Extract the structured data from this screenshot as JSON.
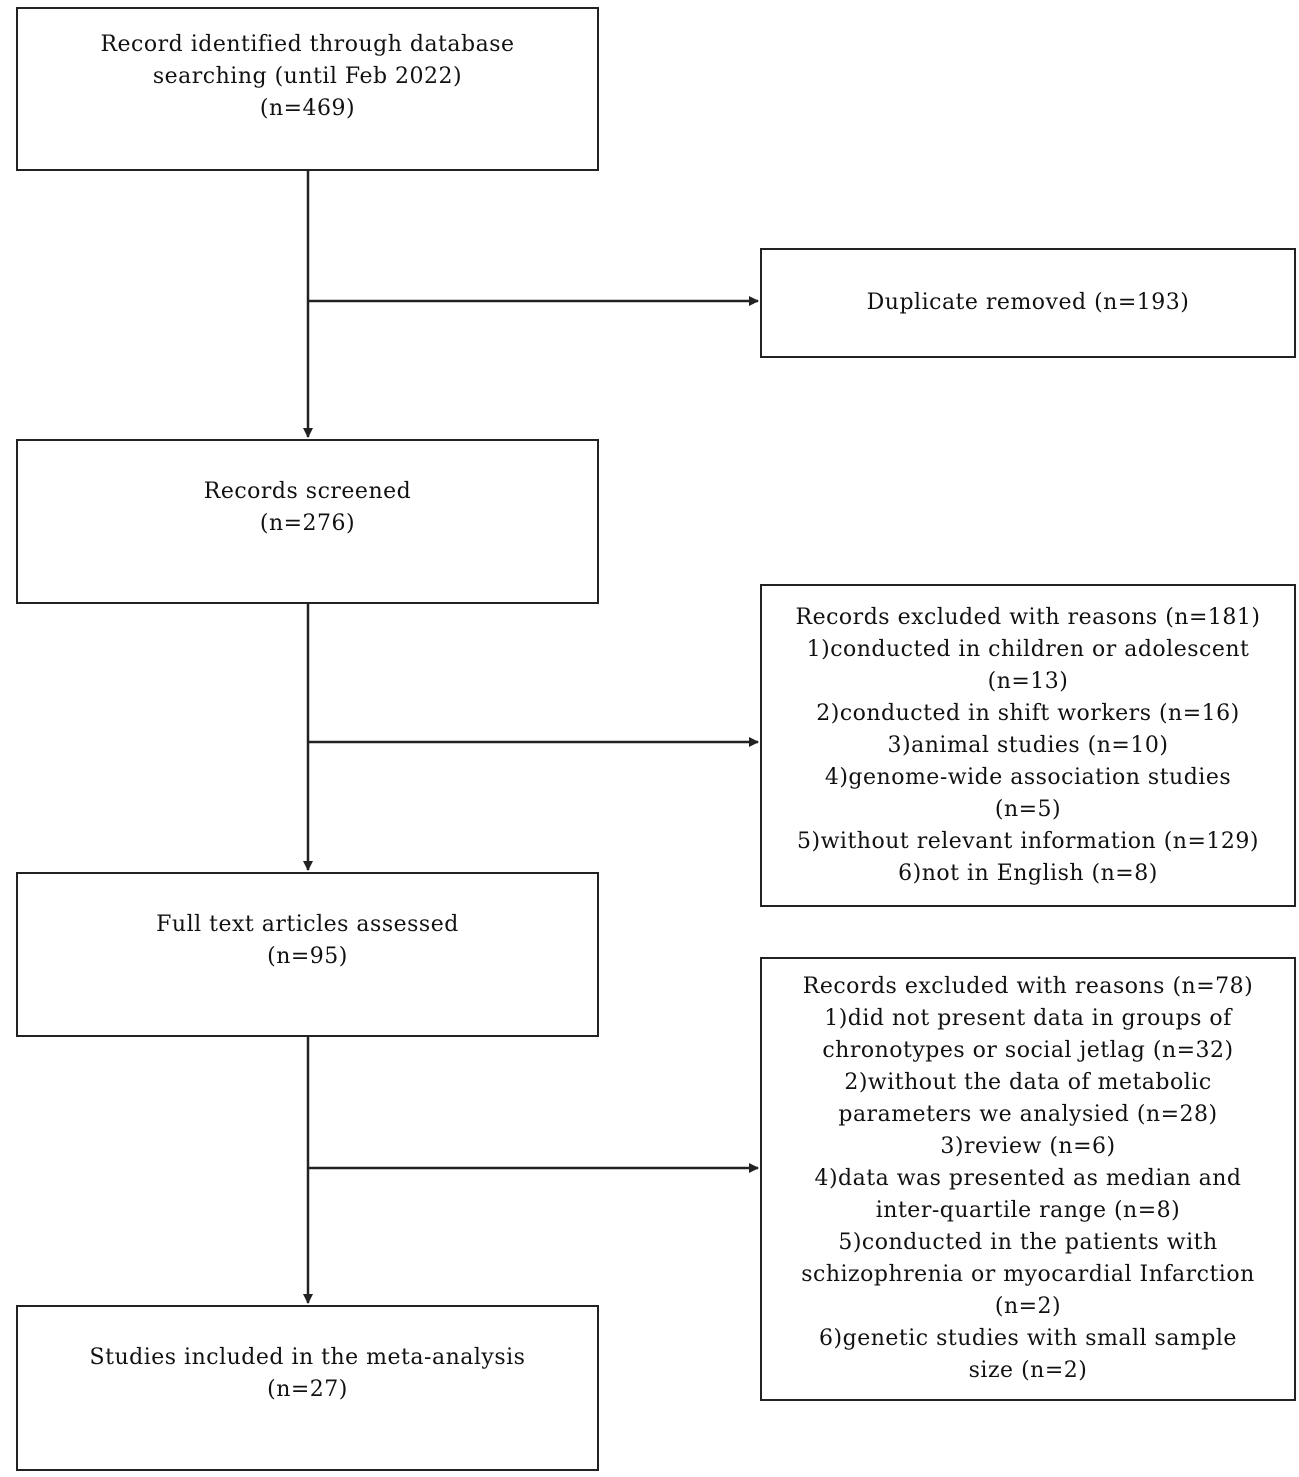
{
  "flow": {
    "identified": {
      "lines": [
        "Record identified through database",
        "searching (until Feb 2022)",
        "(n=469)"
      ]
    },
    "screened": {
      "lines": [
        "Records screened",
        "(n=276)"
      ]
    },
    "fulltext": {
      "lines": [
        "Full text articles assessed",
        "(n=95)"
      ]
    },
    "included": {
      "lines": [
        "Studies included in the meta-analysis",
        "(n=27)"
      ]
    }
  },
  "exclusions": {
    "duplicates": {
      "lines": [
        "Duplicate removed (n=193)"
      ]
    },
    "screening": {
      "lines": [
        "Records excluded with reasons (n=181)",
        "1)conducted in children or adolescent",
        "(n=13)",
        "2)conducted in shift workers (n=16)",
        "3)animal studies (n=10)",
        "4)genome-wide association studies",
        "(n=5)",
        "5)without relevant information (n=129)",
        "6)not in English (n=8)"
      ]
    },
    "fulltext": {
      "lines": [
        "Records excluded with reasons (n=78)",
        "1)did not present data in groups of",
        "chronotypes or social jetlag (n=32)",
        "2)without the data of metabolic",
        "parameters we analysied (n=28)",
        "3)review (n=6)",
        "4)data was presented as median and",
        "inter-quartile range (n=8)",
        "5)conducted in the patients with",
        "schizophrenia or myocardial Infarction",
        "(n=2)",
        "6)genetic studies with small sample",
        "size (n=2)"
      ]
    }
  },
  "style": {
    "line_color": "#222222",
    "box_border_color": "#222222",
    "background": "#ffffff"
  }
}
